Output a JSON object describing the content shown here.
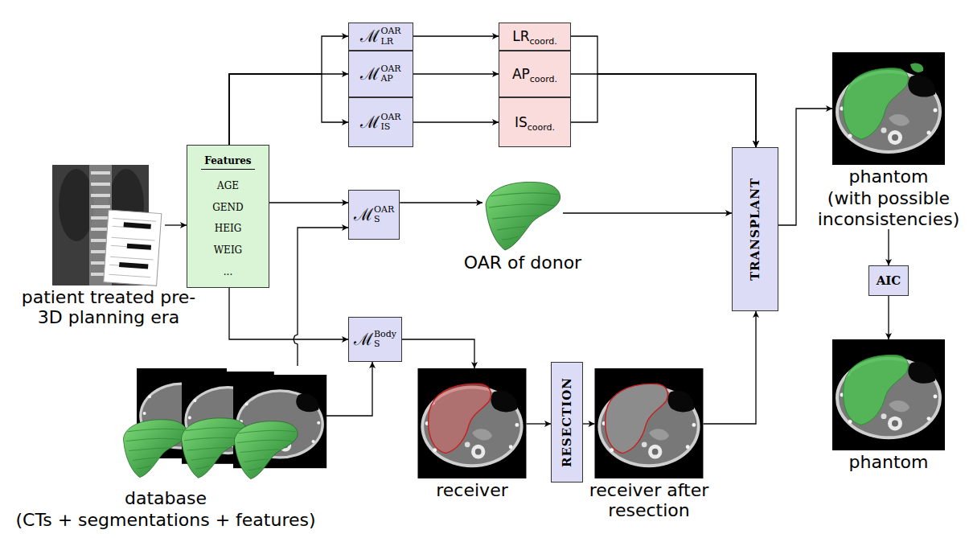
{
  "diagram": {
    "nodes": [
      {
        "text": [
          "ℳ",
          "OAR",
          "LR"
        ]
      },
      {
        "text": [
          "ℳ",
          "OAR",
          "AP"
        ]
      },
      {
        "text": [
          "ℳ",
          "OAR",
          "IS"
        ]
      },
      {
        "text": [
          "LR",
          "coord."
        ]
      },
      {
        "text": [
          "AP",
          "coord."
        ]
      },
      {
        "text": [
          "IS",
          "coord."
        ]
      },
      {
        "text": [
          "patient treated pre-3D planning era"
        ]
      },
      {
        "text": [
          "Features",
          "AGE",
          "GEND",
          "HEIG",
          "WEIG",
          "..."
        ]
      },
      {
        "text": [
          "ℳ",
          "OAR",
          "S"
        ]
      },
      {
        "text": [
          "OAR of donor"
        ]
      },
      {
        "text": [
          "ℳ",
          "Body",
          "S"
        ]
      },
      {
        "text": [
          "database",
          "(CTs + segmentations + features)"
        ]
      },
      {
        "text": [
          "receiver"
        ]
      },
      {
        "text": [
          "RESECTION"
        ]
      },
      {
        "text": [
          "receiver after resection"
        ]
      },
      {
        "text": [
          "TRANSPLANT"
        ]
      },
      {
        "text": [
          "phantom",
          "(with possible inconsistencies)"
        ]
      },
      {
        "text": [
          "AIC"
        ]
      },
      {
        "text": [
          "phantom"
        ]
      }
    ],
    "edges": [
      {
        "from": 6,
        "to": 7,
        "arrow": "to"
      },
      {
        "from": 7,
        "to": 0,
        "arrow": "to"
      },
      {
        "from": 7,
        "to": 1,
        "arrow": "to"
      },
      {
        "from": 7,
        "to": 2,
        "arrow": "to"
      },
      {
        "from": 7,
        "to": 8,
        "arrow": "to"
      },
      {
        "from": 7,
        "to": 10,
        "arrow": "to"
      },
      {
        "from": 11,
        "to": 8,
        "arrow": "to"
      },
      {
        "from": 11,
        "to": 10,
        "arrow": "to"
      },
      {
        "from": 0,
        "to": 3,
        "arrow": "to"
      },
      {
        "from": 1,
        "to": 4,
        "arrow": "to"
      },
      {
        "from": 2,
        "to": 5,
        "arrow": "to"
      },
      {
        "from": 3,
        "to": 15,
        "arrow": "to"
      },
      {
        "from": 4,
        "to": 15,
        "arrow": "to"
      },
      {
        "from": 5,
        "to": 15,
        "arrow": "to"
      },
      {
        "from": 8,
        "to": 9,
        "arrow": "to"
      },
      {
        "from": 9,
        "to": 15,
        "arrow": "to"
      },
      {
        "from": 10,
        "to": 12,
        "arrow": "to"
      },
      {
        "from": 12,
        "to": 13,
        "arrow": "to"
      },
      {
        "from": 13,
        "to": 14,
        "arrow": "to"
      },
      {
        "from": 14,
        "to": 15,
        "arrow": "to"
      },
      {
        "from": 15,
        "to": 16,
        "arrow": "to"
      },
      {
        "from": 16,
        "to": 17,
        "arrow": "to"
      },
      {
        "from": 17,
        "to": 18,
        "arrow": "to"
      }
    ]
  }
}
